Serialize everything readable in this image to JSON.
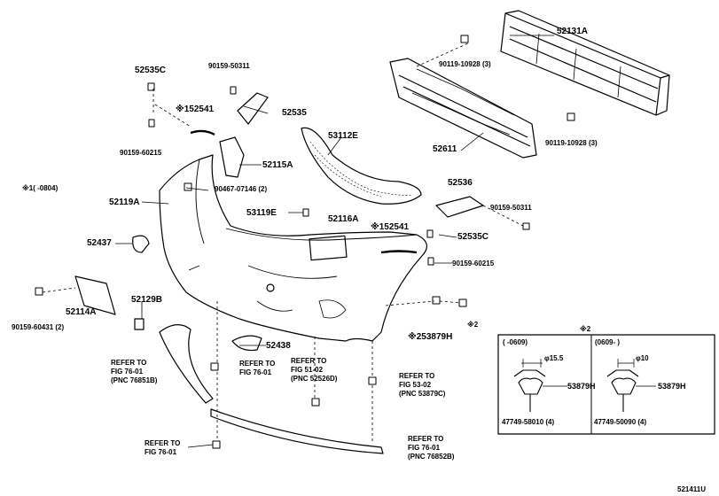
{
  "diagram_id": "521411U",
  "labels": {
    "p52131A": "52131A",
    "p90119_top": "90119-10928 (3)",
    "p90119_bot": "90119-10928 (3)",
    "p52611": "52611",
    "p52535C_top": "52535C",
    "p90159_50311_top": "90159-50311",
    "p52541_top": "※152541",
    "p52535": "52535",
    "p90159_60215_top": "90159-60215",
    "p53112E": "53112E",
    "p52115A": "52115A",
    "note1": "※1(    -0804)",
    "p52119A": "52119A",
    "p90467": "90467-07146 (2)",
    "p53119E": "53119E",
    "p52116A": "52116A",
    "p52536": "52536",
    "p90159_50311_right": "90159-50311",
    "p52541_mid": "※152541",
    "p52535C_mid": "52535C",
    "p52437": "52437",
    "p90159_60215_mid": "90159-60215",
    "p52114A": "52114A",
    "p90159_60431": "90159-60431 (2)",
    "p52129B": "52129B",
    "p53879H_main": "※253879H",
    "p_star2": "※2",
    "p52438": "52438"
  },
  "refs": [
    {
      "line1": "REFER TO",
      "line2": "FIG 76-01",
      "line3": "(PNC 76851B)"
    },
    {
      "line1": "REFER TO",
      "line2": "FIG 76-01",
      "line3": ""
    },
    {
      "line1": "REFER TO",
      "line2": "FIG 51-02",
      "line3": "(PNC 52526D)"
    },
    {
      "line1": "REFER TO",
      "line2": "FIG 53-02",
      "line3": "(PNC 53879C)"
    },
    {
      "line1": "REFER TO",
      "line2": "FIG 76-01",
      "line3": ""
    },
    {
      "line1": "REFER TO",
      "line2": "FIG 76-01",
      "line3": "(PNC 76852B)"
    }
  ],
  "inset": {
    "title": "※2",
    "left": {
      "range": "(    -0609)",
      "dim": "φ15.5",
      "part": "53879H",
      "clip": "47749-58010 (4)"
    },
    "right": {
      "range": "(0609-    )",
      "dim": "φ10",
      "part": "53879H",
      "clip": "47749-50090 (4)"
    }
  }
}
